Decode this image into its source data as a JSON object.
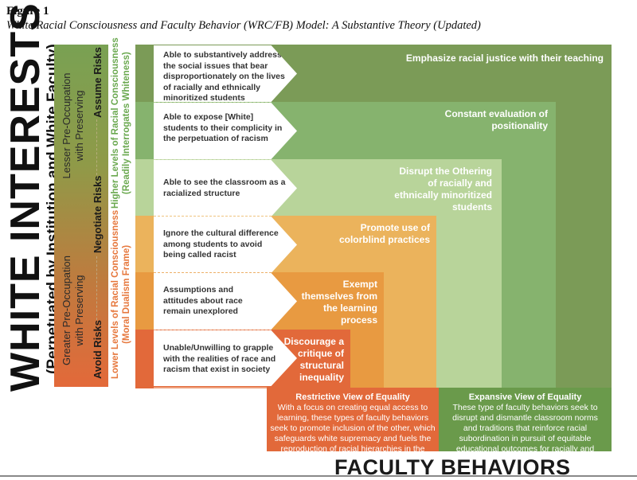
{
  "figure": {
    "label": "Figure 1",
    "title": "White Racial Consciousness and Faculty Behavior (WRC/FB) Model: A Substantive Theory (Updated)"
  },
  "left_axis": {
    "main_label": "WHITE INTERESTS",
    "sub_label": "(Perpetuated by Institution and White Faculty)",
    "gradient_bar": {
      "top_text_line1": "Lesser Pre-Occupation",
      "top_text_line2": "with Preserving",
      "bottom_text_line1": "Greater Pre-Occupation",
      "bottom_text_line2": "with Preserving",
      "risk_scale": [
        "Avoid Risks",
        "Negotiate Risks",
        "Assume Risks"
      ],
      "colors": {
        "top": "#79a153",
        "bottom": "#e3693a"
      }
    },
    "consciousness_high": {
      "line1": "Higher Levels of Racial Consciousness",
      "line2": "(Readily Interrogates Whiteness)",
      "color": "#6aa84f"
    },
    "consciousness_low": {
      "line1": "Lower Levels of Racial Consciousness",
      "line2": "(Moral Dualism Frame)",
      "color": "#e6773c"
    }
  },
  "levels": [
    {
      "consciousness": "Able to substantively address the social issues that bear disproportionately on the lives of racially and ethnically minoritized students",
      "behavior": "Emphasize racial justice with their teaching",
      "color": "#7b9b57"
    },
    {
      "consciousness": "Able to expose [White] students to their complicity in the perpetuation of racism",
      "behavior": "Constant evaluation of positionality",
      "color": "#86b36e"
    },
    {
      "consciousness": "Able to see the classroom as a racialized structure",
      "behavior": "Disrupt the Othering of racially and ethnically minoritized students",
      "color": "#b8d49a"
    },
    {
      "consciousness": "Ignore the cultural difference among students to avoid being called racist",
      "behavior": "Promote use of colorblind practices",
      "color": "#ebb35c"
    },
    {
      "consciousness": "Assumptions and attitudes about race remain unexplored",
      "behavior": "Exempt themselves from the learning process",
      "color": "#e89a41"
    },
    {
      "consciousness": "Unable/Unwilling to grapple with the realities of race and racism that exist in society",
      "behavior": "Discourage a critique of structural inequality",
      "color": "#e2693a"
    }
  ],
  "equality_views": {
    "restrictive": {
      "title": "Restrictive View of Equality",
      "body": "With a focus on creating equal access to learning, these types of faculty behaviors seek to promote inclusion of the other, which safeguards white supremacy and fuels the reproduction of racial hierarchies in the classroom",
      "color": "#e2693a"
    },
    "expansive": {
      "title": "Expansive View of Equality",
      "body": "These type of faculty behaviors seek to disrupt and dismantle classroom norms and traditions that reinforce racial subordination in pursuit of equitable educational outcomes for racially and ethnically minoritized students",
      "color": "#6a9a4b"
    }
  },
  "bottom_axis": {
    "label": "FACULTY BEHAVIORS"
  }
}
